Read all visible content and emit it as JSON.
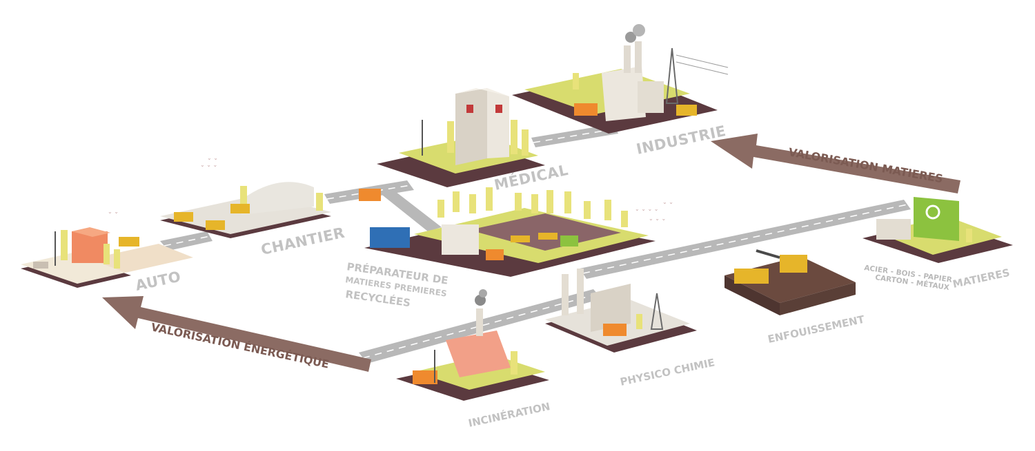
{
  "colors": {
    "arrow": "#8b6b63",
    "arrow_text": "#7b5a52",
    "road": "#b8b8b8",
    "road_mark": "#ffffff",
    "ground": "#5b3a3f",
    "grass": "#d8dc6e",
    "tree": "#e8e27a",
    "label": "#c2c2c2",
    "truck_orange": "#ef8a2e",
    "truck_blue": "#2f6fb5",
    "recycle_green": "#8cc23f",
    "hospital_red": "#c23a3a",
    "excavator": "#e6b52a",
    "landfill": "#6b4a3f"
  },
  "sites": {
    "auto": "AUTO",
    "chantier": "CHANTIER",
    "medical": "MÉDICAL",
    "industrie": "INDUSTRIE",
    "preparateur_line1": "PRÉPARATEUR DE",
    "preparateur_line2": "MATIERES PREMIERES",
    "preparateur_line3": "RECYCLÉES",
    "incineration": "INCINÉRATION",
    "physico_chimie": "PHYSICO CHIMIE",
    "enfouissement": "ENFOUISSEMENT",
    "matieres": "MATIERES",
    "matieres_detail_line1": "ACIER - BOIS - PAPIER",
    "matieres_detail_line2": "CARTON - MÉTAUX"
  },
  "arrows": {
    "valorisation_matieres": "VALORISATION MATIERES",
    "valorisation_energetique": "VALORISATION ÉNERGÉTIQUE"
  },
  "icons": {
    "hospital": "hospital-h-icon",
    "recycle": "recycle-icon",
    "pylon": "electric-pylon-icon",
    "smoke": "smoke-cloud-icon",
    "birds": "bird-flock-icon"
  }
}
